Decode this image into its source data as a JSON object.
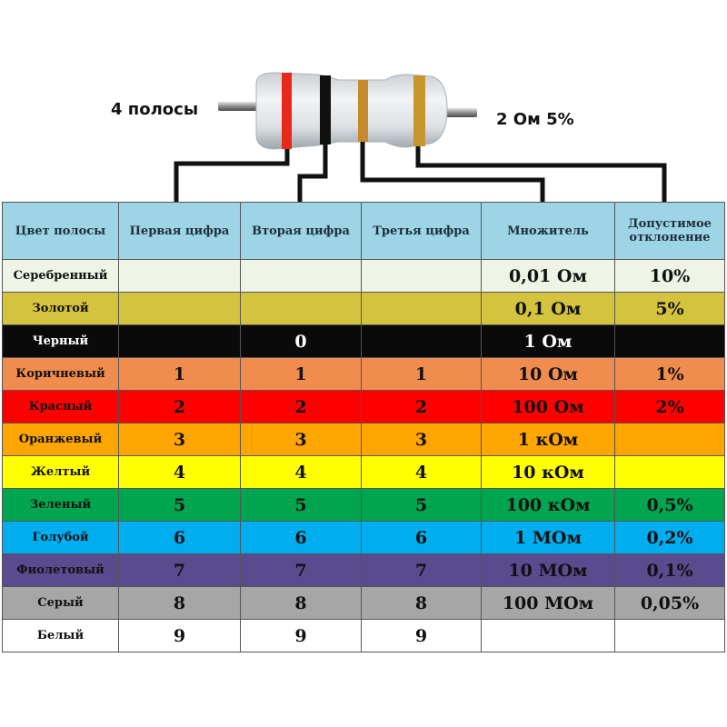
{
  "annotations": {
    "bands_label": "4 полосы",
    "value_label": "2 Ом 5%"
  },
  "resistor": {
    "band_colors": [
      "#e8291a",
      "#111111",
      "#c48a2c",
      "#c9952e"
    ]
  },
  "table": {
    "headers": [
      "Цвет полосы",
      "Первая цифра",
      "Вторая цифра",
      "Третья цифра",
      "Множитель",
      "Допустимое отклонение"
    ],
    "rows": [
      {
        "name": "Серебренный",
        "cells": [
          "",
          "",
          "",
          "0,01 Ом",
          "10%"
        ],
        "bg": "#eef5e6",
        "fg": "#111111"
      },
      {
        "name": "Золотой",
        "cells": [
          "",
          "",
          "",
          "0,1 Ом",
          "5%"
        ],
        "bg": "#d4c33e",
        "fg": "#111111"
      },
      {
        "name": "Черный",
        "cells": [
          "",
          "0",
          "",
          "1 Ом",
          ""
        ],
        "bg": "#0a0a0a",
        "fg": "#ffffff"
      },
      {
        "name": "Коричневый",
        "cells": [
          "1",
          "1",
          "1",
          "10 Ом",
          "1%"
        ],
        "bg": "#f08c4e",
        "fg": "#111111"
      },
      {
        "name": "Красный",
        "cells": [
          "2",
          "2",
          "2",
          "100 Ом",
          "2%"
        ],
        "bg": "#ff0000",
        "fg": "#111111"
      },
      {
        "name": "Оранжевый",
        "cells": [
          "3",
          "3",
          "3",
          "1 кОм",
          ""
        ],
        "bg": "#ffa500",
        "fg": "#111111"
      },
      {
        "name": "Желтый",
        "cells": [
          "4",
          "4",
          "4",
          "10 кОм",
          ""
        ],
        "bg": "#ffff00",
        "fg": "#111111"
      },
      {
        "name": "Зеленый",
        "cells": [
          "5",
          "5",
          "5",
          "100 кОм",
          "0,5%"
        ],
        "bg": "#00a550",
        "fg": "#111111"
      },
      {
        "name": "Голубой",
        "cells": [
          "6",
          "6",
          "6",
          "1 МОм",
          "0,2%"
        ],
        "bg": "#00aeef",
        "fg": "#111111"
      },
      {
        "name": "Фиолетовый",
        "cells": [
          "7",
          "7",
          "7",
          "10 МОм",
          "0,1%"
        ],
        "bg": "#5a4a8e",
        "fg": "#111111"
      },
      {
        "name": "Серый",
        "cells": [
          "8",
          "8",
          "8",
          "100 МОм",
          "0,05%"
        ],
        "bg": "#a6a6a6",
        "fg": "#111111"
      },
      {
        "name": "Белый",
        "cells": [
          "9",
          "9",
          "9",
          "",
          ""
        ],
        "bg": "#ffffff",
        "fg": "#111111"
      }
    ]
  }
}
